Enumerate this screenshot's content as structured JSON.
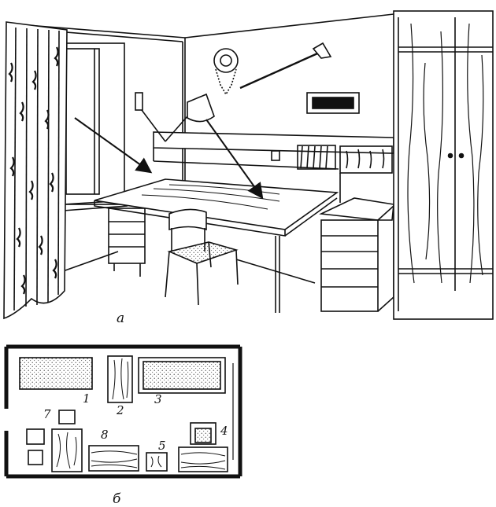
{
  "figure": {
    "caption_a": "а",
    "caption_b": "б"
  },
  "plan_labels": {
    "l1": "1",
    "l2": "2",
    "l3": "3",
    "l4": "4",
    "l5": "5",
    "l7": "7",
    "l8": "8"
  },
  "colors": {
    "ink": "#111111",
    "paper": "#ffffff"
  }
}
